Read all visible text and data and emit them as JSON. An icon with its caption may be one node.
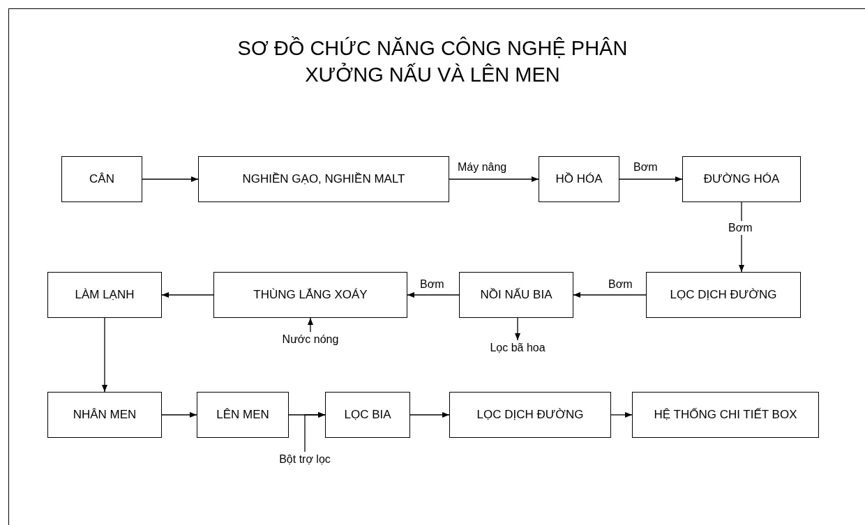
{
  "diagram": {
    "title": "SƠ ĐỒ CHỨC NĂNG  CÔNG NGHỆ PHÂN XƯỞNG NẤU VÀ LÊN MEN",
    "nodes": [
      {
        "text": [
          "CÂN"
        ]
      },
      {
        "text": [
          "NGHIỀN GẠO, NGHIỀN MALT"
        ]
      },
      {
        "text": [
          "HỒ HÓA"
        ]
      },
      {
        "text": [
          "ĐƯỜNG HÓA"
        ]
      },
      {
        "text": [
          "LỌC DỊCH ĐƯỜNG"
        ]
      },
      {
        "text": [
          "NỒI NẤU BIA"
        ]
      },
      {
        "text": [
          "THÙNG LẮNG XOÁY"
        ]
      },
      {
        "text": [
          "LÀM LẠNH"
        ]
      },
      {
        "text": [
          "Nước nóng"
        ]
      },
      {
        "text": [
          "Lọc bã hoa"
        ]
      },
      {
        "text": [
          "NHÂN MEN"
        ]
      },
      {
        "text": [
          "LÊN MEN"
        ]
      },
      {
        "text": [
          "LỌC BIA"
        ]
      },
      {
        "text": [
          "Bột trợ lọc"
        ]
      },
      {
        "text": [
          "LỌC DỊCH ĐƯỜNG"
        ]
      },
      {
        "text": [
          "HỆ THỐNG CHI TIẾT BOX"
        ]
      }
    ],
    "edges": [
      {
        "from": 0,
        "to": 1,
        "arrow": "to"
      },
      {
        "from": 1,
        "to": 2,
        "arrow": "to",
        "label": "Máy nâng"
      },
      {
        "from": 2,
        "to": 3,
        "arrow": "to",
        "label": "Bơm"
      },
      {
        "from": 3,
        "to": 4,
        "arrow": "to",
        "label": "Bơm"
      },
      {
        "from": 4,
        "to": 5,
        "arrow": "to",
        "label": "Bơm"
      },
      {
        "from": 5,
        "to": 6,
        "arrow": "to",
        "label": "Bơm"
      },
      {
        "from": 6,
        "to": 7,
        "arrow": "to"
      },
      {
        "from": 8,
        "to": 6,
        "arrow": "to"
      },
      {
        "from": 5,
        "to": 9,
        "arrow": "to"
      },
      {
        "from": 7,
        "to": 10,
        "arrow": "to"
      },
      {
        "from": 10,
        "to": 11,
        "arrow": "to"
      },
      {
        "from": 11,
        "to": 12,
        "arrow": "to"
      },
      {
        "from": 13,
        "to": 12,
        "arrow": "to"
      },
      {
        "from": 12,
        "to": 14,
        "arrow": "to"
      },
      {
        "from": 14,
        "to": 15,
        "arrow": "to"
      }
    ]
  }
}
